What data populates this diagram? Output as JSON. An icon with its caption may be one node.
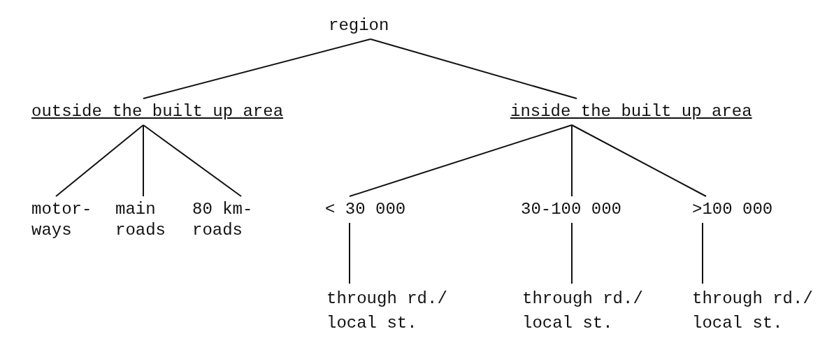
{
  "diagram": {
    "nodes": [
      {
        "text": [
          "region"
        ]
      },
      {
        "text": [
          "outside the built up area"
        ]
      },
      {
        "text": [
          "inside the built up area"
        ]
      },
      {
        "text": [
          "motor- ways"
        ]
      },
      {
        "text": [
          "main roads"
        ]
      },
      {
        "text": [
          "80 km- roads"
        ]
      },
      {
        "text": [
          "< 30 000"
        ]
      },
      {
        "text": [
          "30-100 000"
        ]
      },
      {
        "text": [
          ">100 000"
        ]
      },
      {
        "text": [
          "through rd./ local st."
        ]
      },
      {
        "text": [
          "through rd./ local st."
        ]
      },
      {
        "text": [
          "through rd./ local st."
        ]
      }
    ],
    "edges": [
      {
        "from": 0,
        "to": 1,
        "arrow": "none"
      },
      {
        "from": 0,
        "to": 2,
        "arrow": "none"
      },
      {
        "from": 1,
        "to": 3,
        "arrow": "none"
      },
      {
        "from": 1,
        "to": 4,
        "arrow": "none"
      },
      {
        "from": 1,
        "to": 5,
        "arrow": "none"
      },
      {
        "from": 2,
        "to": 6,
        "arrow": "none"
      },
      {
        "from": 2,
        "to": 7,
        "arrow": "none"
      },
      {
        "from": 2,
        "to": 8,
        "arrow": "none"
      },
      {
        "from": 6,
        "to": 9,
        "arrow": "none"
      },
      {
        "from": 7,
        "to": 10,
        "arrow": "none"
      },
      {
        "from": 8,
        "to": 11,
        "arrow": "none"
      }
    ]
  }
}
